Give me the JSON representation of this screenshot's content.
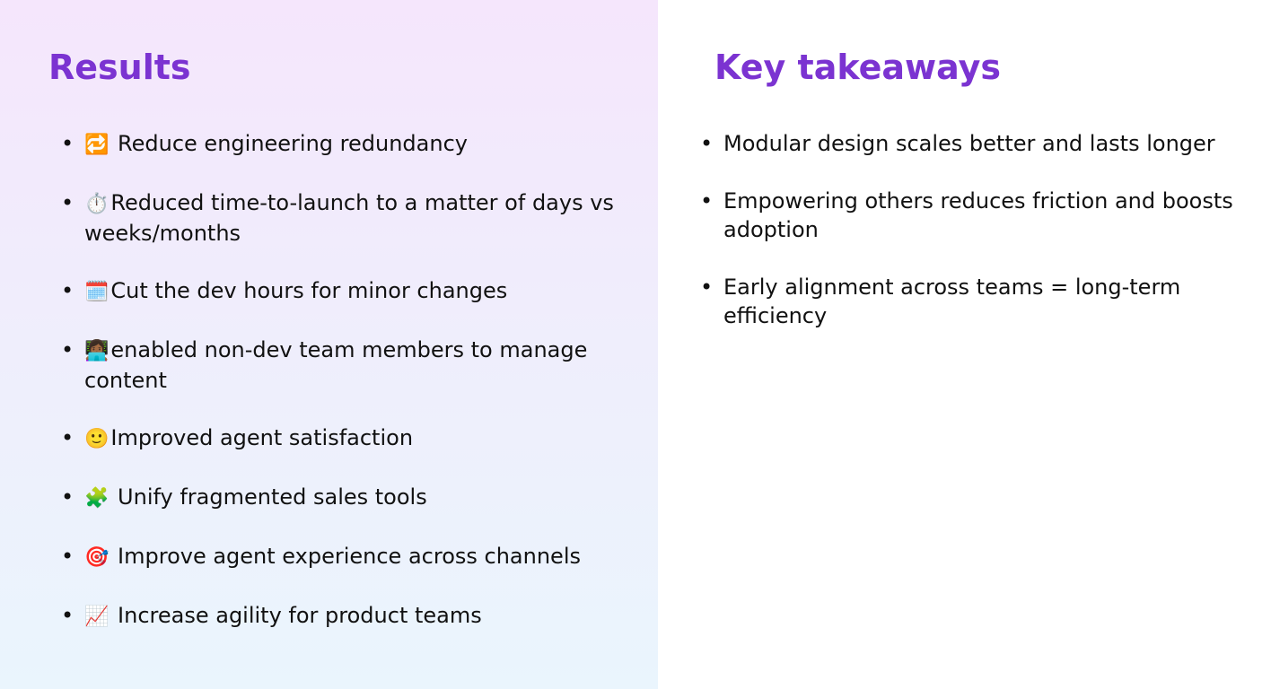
{
  "left": {
    "title": "Results",
    "bullet": "•",
    "items": [
      {
        "icon": "🔁",
        "icon_name": "repeat-icon",
        "text": " Reduce engineering redundancy"
      },
      {
        "icon": "⏱️",
        "icon_name": "stopwatch-icon",
        "text": "Reduced time-to-launch to a matter of days vs weeks/months"
      },
      {
        "icon": "🗓️",
        "icon_name": "calendar-icon",
        "text": "Cut the dev hours for minor changes"
      },
      {
        "icon": "👩🏾‍💻",
        "icon_name": "technologist-icon",
        "text": "enabled non-dev team members to manage content"
      },
      {
        "icon": "🙂",
        "icon_name": "smiley-icon",
        "text": "Improved agent satisfaction"
      },
      {
        "icon": "🧩",
        "icon_name": "puzzle-piece-icon",
        "text": " Unify fragmented sales tools"
      },
      {
        "icon": "🎯",
        "icon_name": "target-icon",
        "text": " Improve agent experience across channels"
      },
      {
        "icon": "📈",
        "icon_name": "chart-increasing-icon",
        "text": " Increase agility for product teams"
      }
    ]
  },
  "right": {
    "title": "Key takeaways",
    "bullet": "•",
    "items": [
      {
        "text": "Modular design scales better and lasts longer"
      },
      {
        "text": "Empowering others reduces friction and boosts adoption"
      },
      {
        "text": "Early alignment across teams = long-term efficiency"
      }
    ]
  },
  "colors": {
    "heading": "#7b33d1",
    "text": "#111111",
    "left_gradient_top": "#f5e6fc",
    "left_gradient_bottom": "#eaf5fd",
    "right_background": "#ffffff"
  }
}
